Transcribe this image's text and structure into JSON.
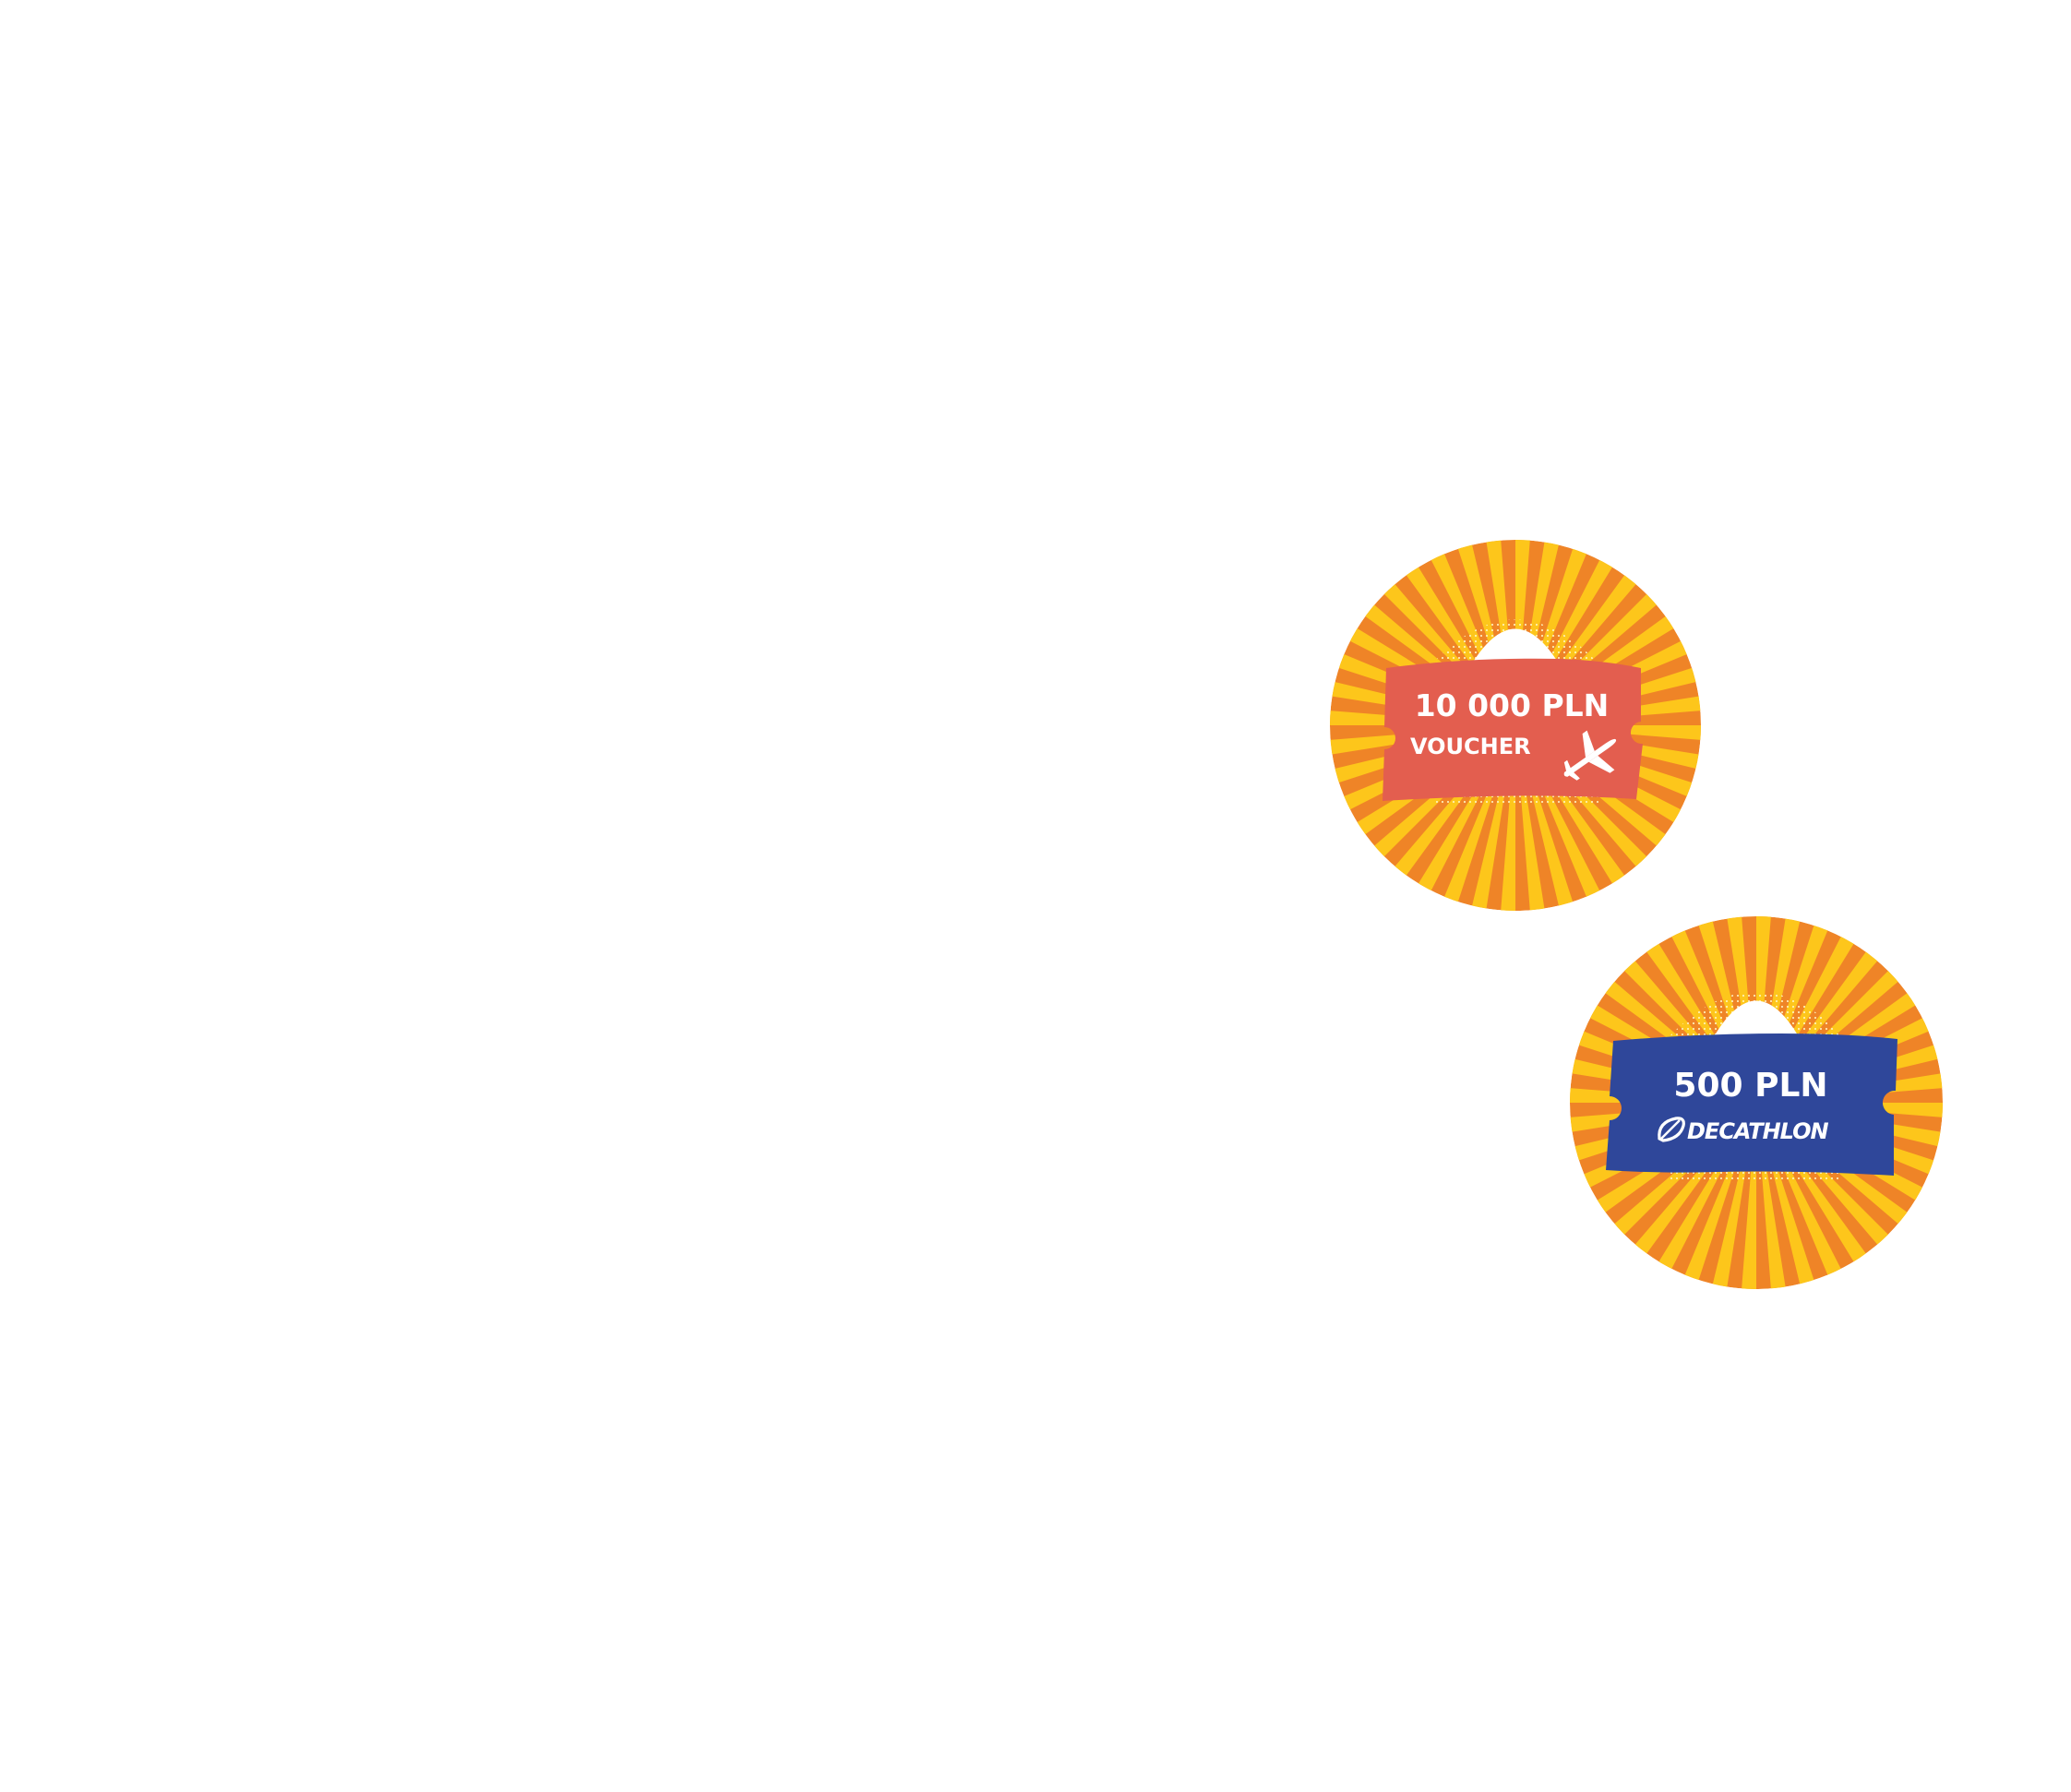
{
  "badges": [
    {
      "amount": "10 000  PLN",
      "subtitle": "VOUCHER",
      "icon": "airplane-icon",
      "ticket_color": "#e35e4f"
    },
    {
      "amount": "500 PLN",
      "brand": "DECATHLON",
      "icon": "decathlon-logo-icon",
      "ticket_color": "#2f479a"
    }
  ],
  "colors": {
    "ray_orange": "#ef8427",
    "ray_yellow": "#fdc61b",
    "halftone": "#fff4c2",
    "text": "#ffffff"
  }
}
